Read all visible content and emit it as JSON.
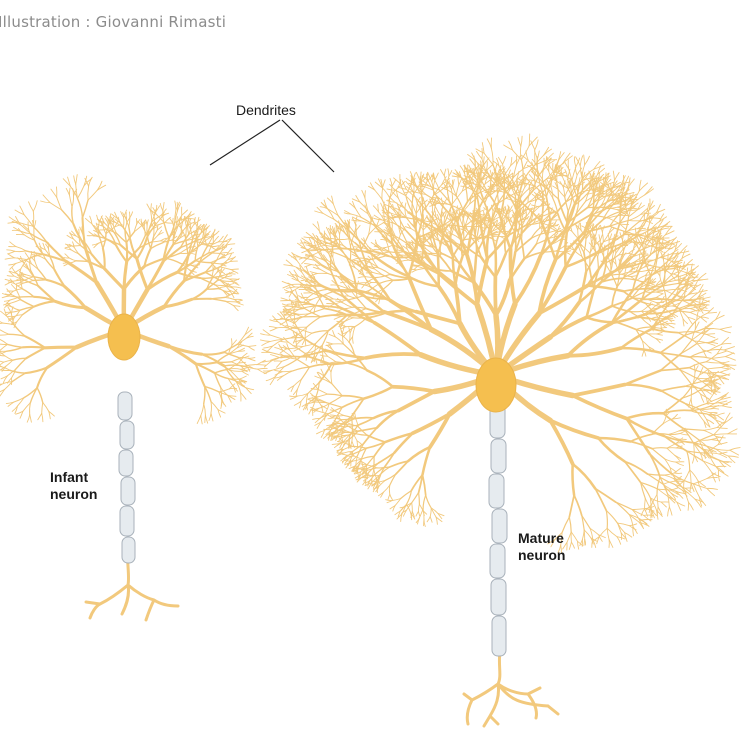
{
  "credit": "Illustration : Giovanni Rimasti",
  "labels": {
    "dendrites": "Dendrites",
    "infant_line1": "Infant",
    "infant_line2": "neuron",
    "mature_line1": "Mature",
    "mature_line2": "neuron"
  },
  "colors": {
    "dendrite": "#f2c97d",
    "soma": "#f5bf4f",
    "myelin": "#e6ebef",
    "myelin_outline": "#a9b2bb",
    "text": "#1a1a1a",
    "credit_text": "#8c8c8c"
  }
}
